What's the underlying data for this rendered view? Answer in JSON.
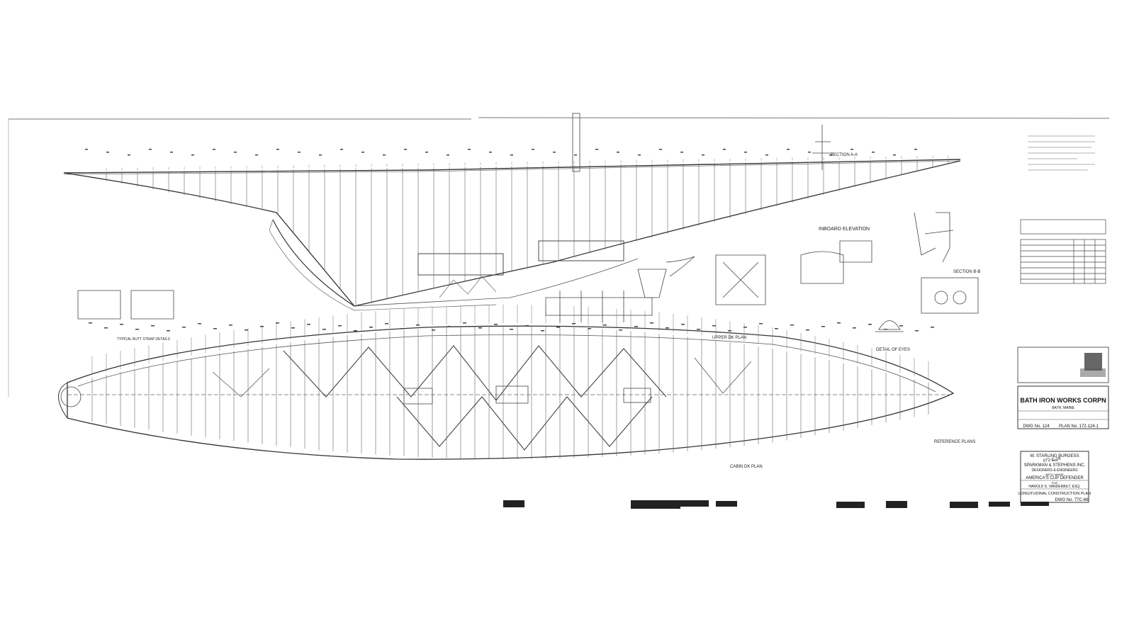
{
  "drawing": {
    "inboard_elevation_label": "INBOARD ELEVATION",
    "upper_deck_plan_label": "UPPER DK PLAN",
    "cabin_deck_plan_label": "CABIN DK PLAN",
    "section_a_label": "SECTION A-A",
    "section_b_label": "SECTION B-B",
    "detail_eyes_label": "DETAIL OF EYES",
    "typical_butt_strap_label": "TYPICAL BUTT STRAP DETAILS",
    "reference_plans_label": "REFERENCE PLANS"
  },
  "title_block": {
    "builder": "BATH IRON WORKS CORPN",
    "builder_location": "BATH, MAINE",
    "dwg_no": "DWG No. 124",
    "plan_no": "PLAN No. 172-124-1",
    "designer_line1": "W. STARLING BURGESS",
    "designer_line2": "AND",
    "designer_line3": "SPARKMAN & STEPHENS INC.",
    "designer_line4": "DESIGNERS & ENGINEERS",
    "designer_line5": "BATH, MAINE",
    "project": "AMERICA'S CUP DEFENDER",
    "owner_prefix": "FOR",
    "owner": "HAROLD S. VANDERBILT, ESQ.",
    "plan_title": "LONGITUDINAL CONSTRUCTION PLAN",
    "archive_no": "DWG No. 77C-66"
  },
  "side_note": "072-C-28"
}
